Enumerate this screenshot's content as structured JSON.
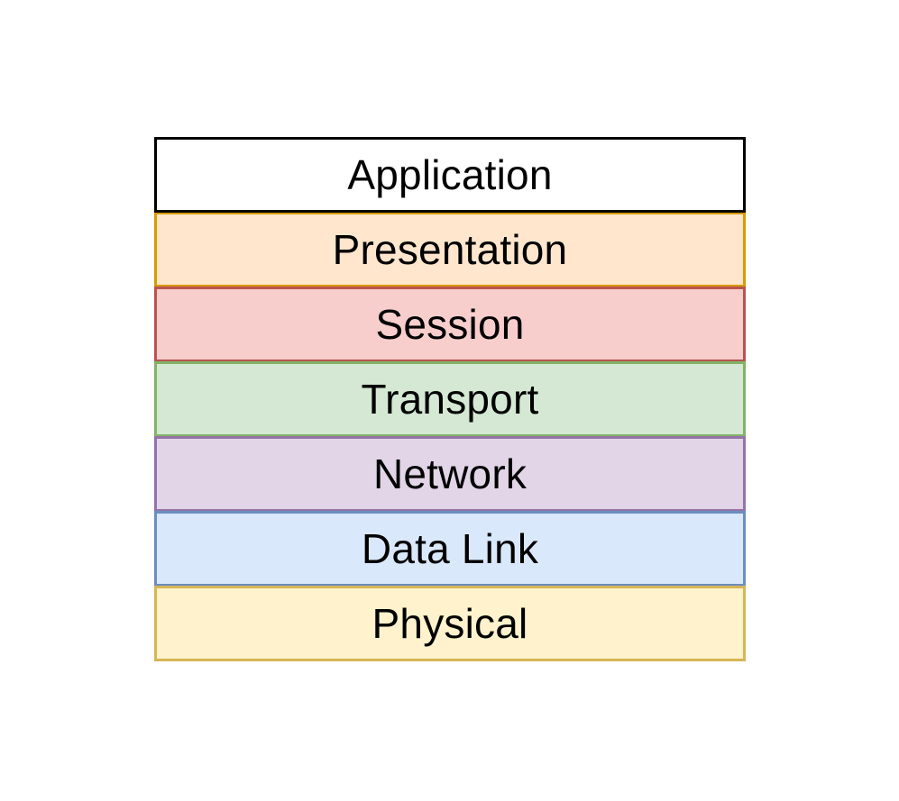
{
  "diagram": {
    "layers": [
      {
        "label": "Application",
        "fill": "#ffffff",
        "stroke": "#000000"
      },
      {
        "label": "Presentation",
        "fill": "#ffe6cc",
        "stroke": "#d79b00"
      },
      {
        "label": "Session",
        "fill": "#f8cecc",
        "stroke": "#b85450"
      },
      {
        "label": "Transport",
        "fill": "#d5e8d4",
        "stroke": "#82b366"
      },
      {
        "label": "Network",
        "fill": "#e1d5e7",
        "stroke": "#9673a6"
      },
      {
        "label": "Data Link",
        "fill": "#dae8fc",
        "stroke": "#6c8ebf"
      },
      {
        "label": "Physical",
        "fill": "#fff2cc",
        "stroke": "#d6b656"
      }
    ]
  }
}
